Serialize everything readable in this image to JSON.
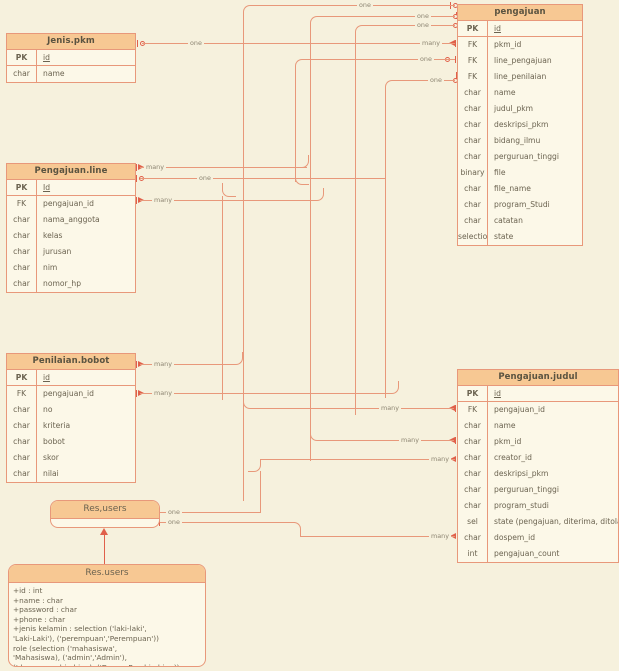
{
  "diagram": {
    "background_color": "#f6f1dd",
    "accent_color": "#e8987a",
    "header_color": "#f7c893",
    "marker_color": "#e0604a"
  },
  "entities": {
    "jenis_pkm": {
      "title": "Jenis.pkm",
      "rows": [
        {
          "key": "PK",
          "name": "id",
          "pk": true
        },
        {
          "key": "char",
          "name": "name",
          "pk": false
        }
      ]
    },
    "pengajuan_line": {
      "title": "Pengajuan.line",
      "rows": [
        {
          "key": "PK",
          "name": "Id",
          "pk": true
        },
        {
          "key": "FK",
          "name": "pengajuan_id",
          "pk": false
        },
        {
          "key": "char",
          "name": "nama_anggota",
          "pk": false
        },
        {
          "key": "char",
          "name": "kelas",
          "pk": false
        },
        {
          "key": "char",
          "name": "jurusan",
          "pk": false
        },
        {
          "key": "char",
          "name": "nim",
          "pk": false
        },
        {
          "key": "char",
          "name": "nomor_hp",
          "pk": false
        }
      ]
    },
    "penilaian_bobot": {
      "title": "Penilaian.bobot",
      "rows": [
        {
          "key": "PK",
          "name": "id",
          "pk": true
        },
        {
          "key": "FK",
          "name": "pengajuan_id",
          "pk": false
        },
        {
          "key": "char",
          "name": "no",
          "pk": false
        },
        {
          "key": "char",
          "name": "kriteria",
          "pk": false
        },
        {
          "key": "char",
          "name": "bobot",
          "pk": false
        },
        {
          "key": "char",
          "name": "skor",
          "pk": false
        },
        {
          "key": "char",
          "name": "nilai",
          "pk": false
        }
      ]
    },
    "pengajuan": {
      "title": "pengajuan",
      "rows": [
        {
          "key": "PK",
          "name": "id",
          "pk": true
        },
        {
          "key": "FK",
          "name": "pkm_id",
          "pk": false
        },
        {
          "key": "FK",
          "name": "line_pengajuan",
          "pk": false
        },
        {
          "key": "FK",
          "name": "line_penilaian",
          "pk": false
        },
        {
          "key": "char",
          "name": "name",
          "pk": false
        },
        {
          "key": "char",
          "name": "judul_pkm",
          "pk": false
        },
        {
          "key": "char",
          "name": "deskripsi_pkm",
          "pk": false
        },
        {
          "key": "char",
          "name": "bidang_ilmu",
          "pk": false
        },
        {
          "key": "char",
          "name": "perguruan_tinggi",
          "pk": false
        },
        {
          "key": "binary",
          "name": "file",
          "pk": false
        },
        {
          "key": "char",
          "name": "file_name",
          "pk": false
        },
        {
          "key": "char",
          "name": "program_Studi",
          "pk": false
        },
        {
          "key": "char",
          "name": "catatan",
          "pk": false
        },
        {
          "key": "selection",
          "name": "state",
          "pk": false
        }
      ]
    },
    "pengajuan_judul": {
      "title": "Pengajuan.judul",
      "rows": [
        {
          "key": "PK",
          "name": "id",
          "pk": true
        },
        {
          "key": "FK",
          "name": "pengajuan_id",
          "pk": false
        },
        {
          "key": "char",
          "name": "name",
          "pk": false
        },
        {
          "key": "char",
          "name": "pkm_id",
          "pk": false
        },
        {
          "key": "char",
          "name": "creator_id",
          "pk": false
        },
        {
          "key": "char",
          "name": "deskripsi_pkm",
          "pk": false
        },
        {
          "key": "char",
          "name": "perguruan_tinggi",
          "pk": false
        },
        {
          "key": "char",
          "name": "program_studi",
          "pk": false
        },
        {
          "key": "sel",
          "name": "state (pengajuan, diterima, ditolak)",
          "pk": false
        },
        {
          "key": "char",
          "name": "dospem_id",
          "pk": false
        },
        {
          "key": "int",
          "name": "pengajuan_count",
          "pk": false
        }
      ]
    }
  },
  "uml": {
    "res_users_top": {
      "title": "Res,users",
      "body": ""
    },
    "res_users_detail": {
      "title": "Res.users",
      "body": "+id : int\n+name : char\n+password : char\n+phone : char\n+jenis kelamin : selection ('laki-laki',\n'Laki-Laki'), ('perempuan','Perempuan'))\nrole (selection ('mahasiswa',\n'Mahasiswa), ('admin','Admin'),\n('dosen_pembimbing), ('Dosen_Pembimbing))"
    }
  },
  "connector_labels": {
    "l1": "one",
    "l2": "one",
    "l3": "one",
    "l4": "one",
    "l5": "many",
    "l6": "one",
    "l7": "one",
    "l8": "many",
    "l9": "one",
    "l10": "many",
    "l11": "many",
    "l12": "many",
    "l13": "many",
    "l14": "many",
    "l15": "many",
    "l16": "many",
    "l17": "one",
    "l18": "one",
    "l19": "many"
  }
}
